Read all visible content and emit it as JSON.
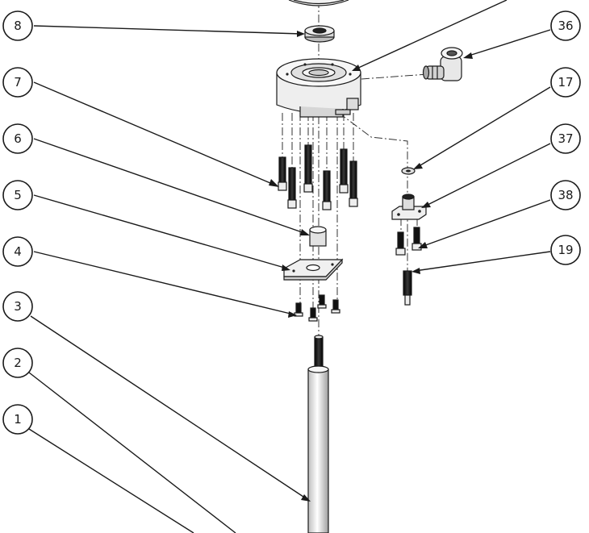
{
  "diagram": {
    "colors": {
      "line": "#1a1a1a",
      "part_light": "#e6e6e6",
      "part_dark": "#111111",
      "background": "#ffffff"
    },
    "balloons": [
      {
        "id": "b8",
        "label": "8"
      },
      {
        "id": "b7",
        "label": "7"
      },
      {
        "id": "b6",
        "label": "6"
      },
      {
        "id": "b5",
        "label": "5"
      },
      {
        "id": "b4",
        "label": "4"
      },
      {
        "id": "b3",
        "label": "3"
      },
      {
        "id": "b2",
        "label": "2"
      },
      {
        "id": "b1",
        "label": "1"
      },
      {
        "id": "b36",
        "label": "36"
      },
      {
        "id": "b17",
        "label": "17"
      },
      {
        "id": "b37",
        "label": "37"
      },
      {
        "id": "b38",
        "label": "38"
      },
      {
        "id": "b19",
        "label": "19"
      }
    ]
  }
}
